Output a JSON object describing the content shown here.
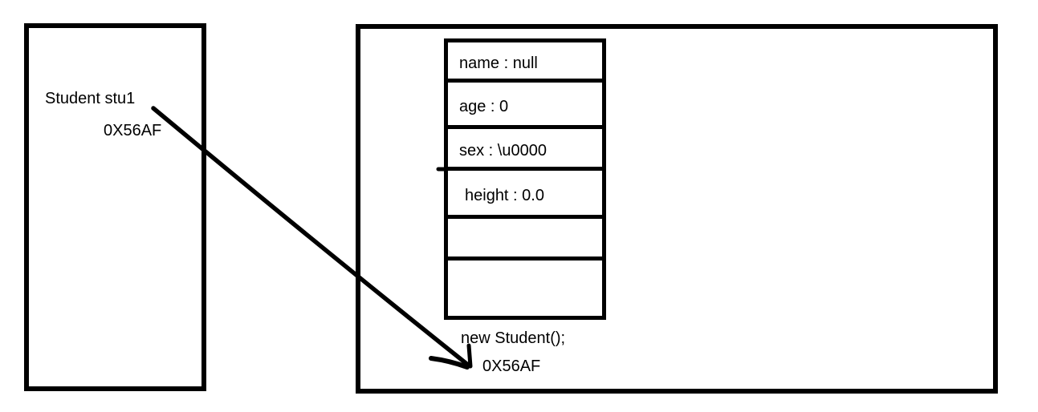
{
  "diagram_title": "student-object-memory-diagram",
  "stack_box": {
    "variable_label": "Student stu1",
    "address": "0X56AF"
  },
  "heap_box": {
    "object_fields": [
      {
        "label": "name : null"
      },
      {
        "label": "age : 0"
      },
      {
        "label": "sex : \\u0000"
      },
      {
        "label": "height : 0.0"
      },
      {
        "label": ""
      },
      {
        "label": ""
      }
    ],
    "constructor_label": "new Student();",
    "address": "0X56AF"
  },
  "connector": {
    "icon": "arrow-down-right-icon",
    "from": "stack variable Student stu1",
    "to": "heap object address 0X56AF"
  },
  "colors": {
    "line": "#000000",
    "background": "#ffffff"
  }
}
